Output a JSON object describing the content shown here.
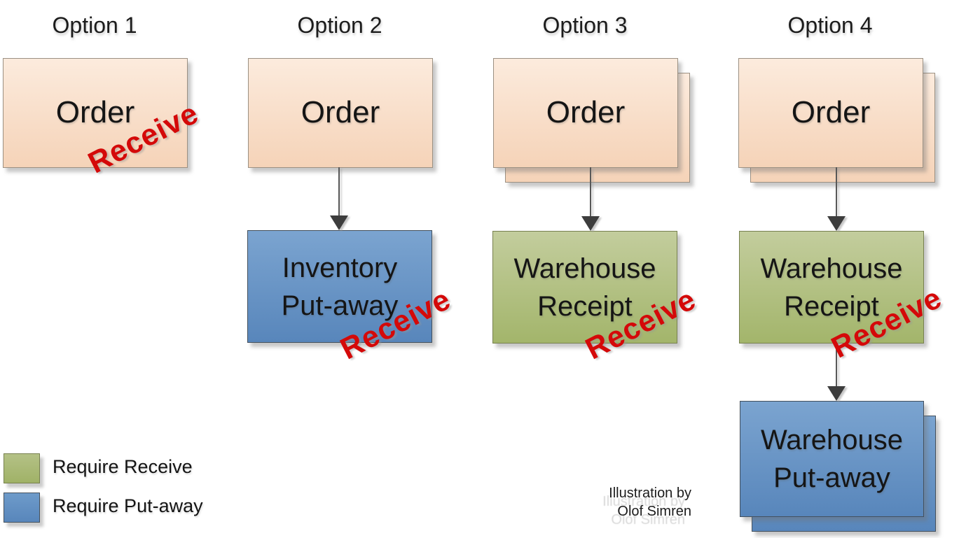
{
  "options": [
    {
      "title": "Option 1",
      "order": "Order",
      "stamp": "Receive"
    },
    {
      "title": "Option 2",
      "order": "Order",
      "stamp": "Receive",
      "target1": {
        "line1": "Inventory",
        "line2": "Put-away"
      }
    },
    {
      "title": "Option 3",
      "order": "Order",
      "stamp": "Receive",
      "target1": {
        "line1": "Warehouse",
        "line2": "Receipt"
      }
    },
    {
      "title": "Option 4",
      "order": "Order",
      "stamp": "Receive",
      "target1": {
        "line1": "Warehouse",
        "line2": "Receipt"
      },
      "target2": {
        "line1": "Warehouse",
        "line2": "Put-away"
      }
    }
  ],
  "legend": {
    "items": [
      {
        "label": "Require Receive",
        "swatch_color": "#a9ba73"
      },
      {
        "label": "Require Put-away",
        "swatch_color": "#6292c4"
      }
    ]
  },
  "credit": {
    "line1": "Illustration by",
    "line2": "Olof Simren"
  },
  "colors": {
    "order_fill_top": "#fcebdd",
    "order_fill_bottom": "#f5d3b8",
    "require_receive_fill_top": "#c3cd9d",
    "require_receive_fill_bottom": "#a3b56b",
    "require_putaway_fill_top": "#7ba4d0",
    "require_putaway_fill_bottom": "#5886bb",
    "stamp_red": "#d40909",
    "arrow": "#3d3d3d"
  }
}
